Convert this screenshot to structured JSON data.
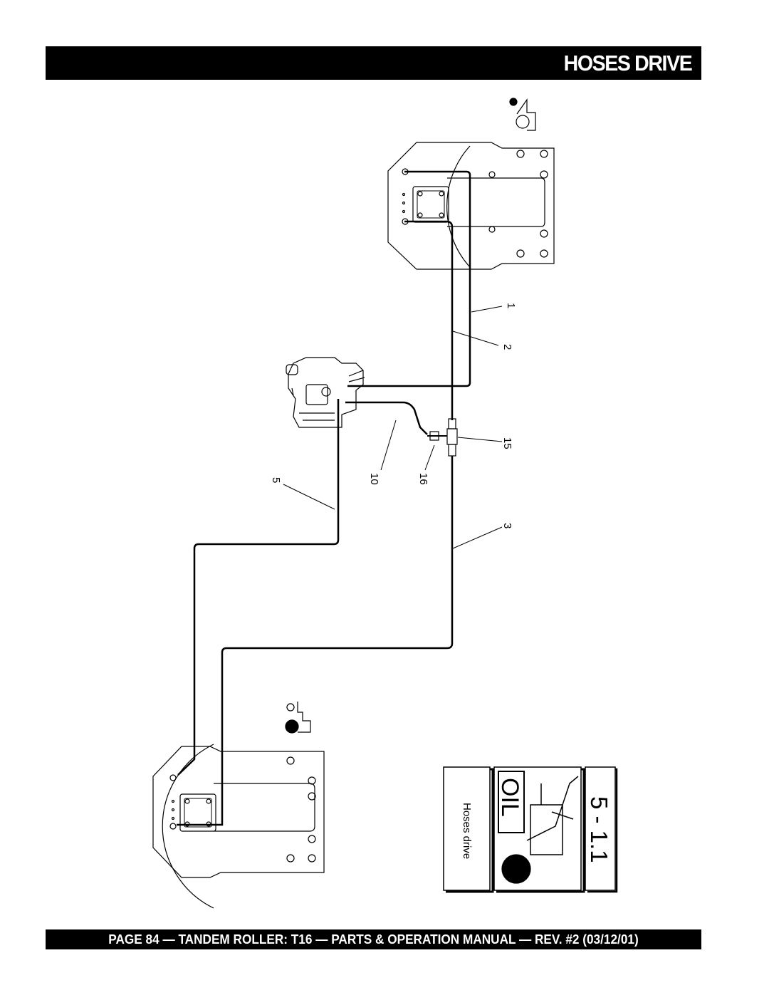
{
  "header": {
    "title": "HOSES DRIVE"
  },
  "callouts": {
    "c1": "1",
    "c2": "2",
    "c15": "15",
    "c3": "3",
    "c5": "5",
    "c10": "10",
    "c16": "16"
  },
  "panel": {
    "caption": "Hoses drive",
    "oil_label": "OIL",
    "section_code": "5 - 1.1"
  },
  "footer": {
    "text": "PAGE 84 — TANDEM ROLLER: T16 — PARTS & OPERATION MANUAL — REV. #2 (03/12/01)"
  }
}
